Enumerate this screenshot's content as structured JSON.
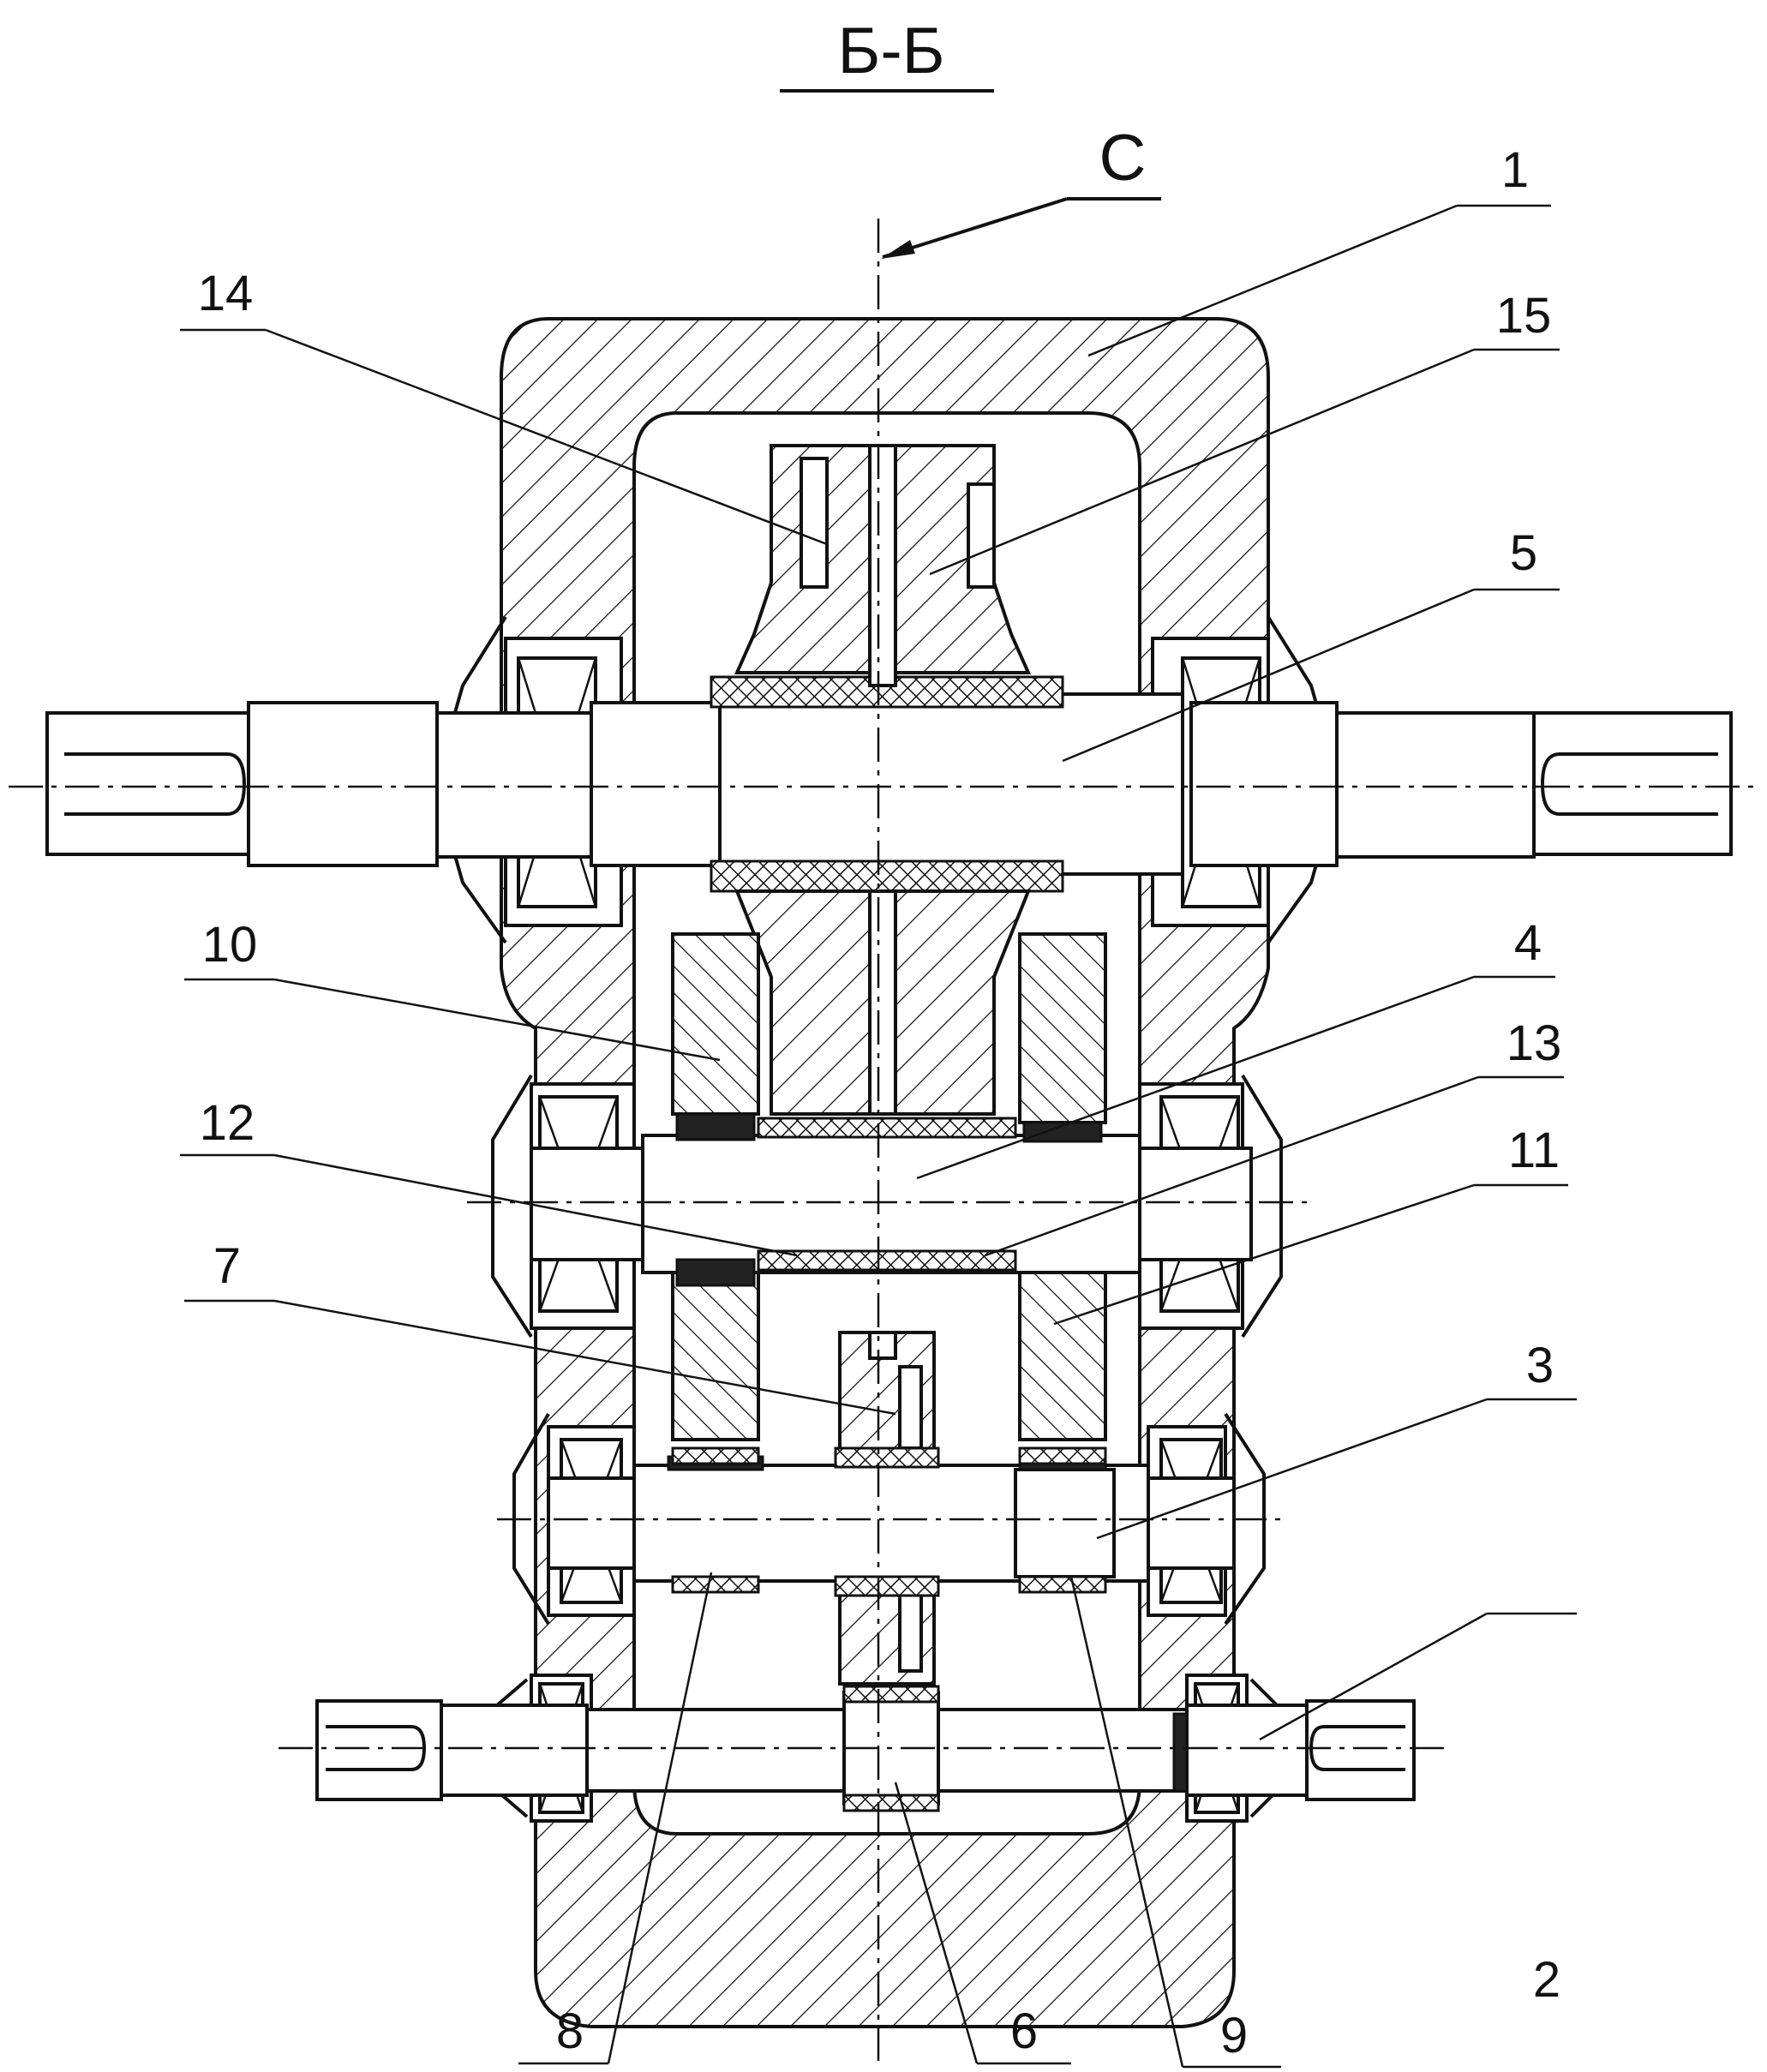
{
  "title": "Б-Б",
  "section_label": "С",
  "callouts": [
    {
      "id": "1",
      "text": "1"
    },
    {
      "id": "2",
      "text": "2"
    },
    {
      "id": "3",
      "text": "3"
    },
    {
      "id": "4",
      "text": "4"
    },
    {
      "id": "5",
      "text": "5"
    },
    {
      "id": "6",
      "text": "6"
    },
    {
      "id": "7",
      "text": "7"
    },
    {
      "id": "8",
      "text": "8"
    },
    {
      "id": "9",
      "text": "9"
    },
    {
      "id": "10",
      "text": "10"
    },
    {
      "id": "11",
      "text": "11"
    },
    {
      "id": "12",
      "text": "12"
    },
    {
      "id": "13",
      "text": "13"
    },
    {
      "id": "14",
      "text": "14"
    },
    {
      "id": "15",
      "text": "15"
    }
  ]
}
